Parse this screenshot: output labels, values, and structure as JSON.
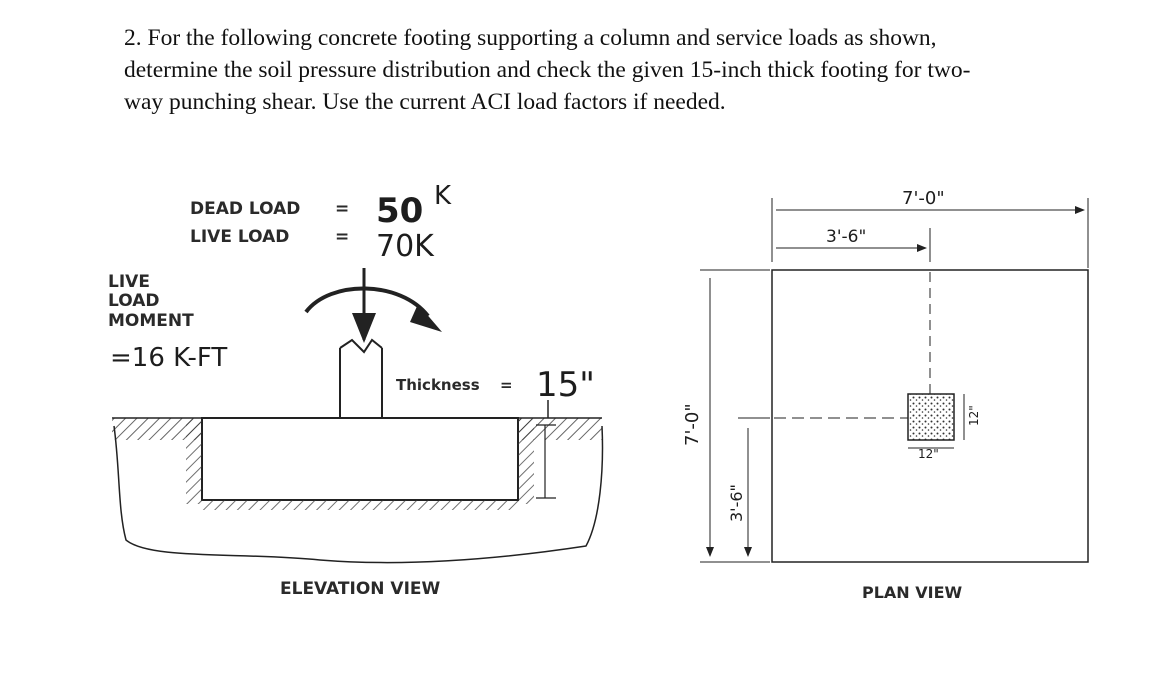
{
  "problem": {
    "line1": "2. For the following concrete footing supporting a column and service loads as shown,",
    "line2": "determine the soil pressure distribution and check the given 15-inch thick footing for two-",
    "line3": "way punching shear.  Use the current ACI load factors if needed."
  },
  "elevation": {
    "dead_load_label": "DEAD  LOAD",
    "live_load_label": "LIVE  LOAD",
    "eq_sign": "=",
    "dead_load_value": "50",
    "dead_load_unit": "K",
    "live_load_value": "70K",
    "moment_label_1": "LIVE",
    "moment_label_2": "LOAD",
    "moment_label_3": "MOMENT",
    "moment_value": "=16 K-FT",
    "thickness_label": "Thickness",
    "thickness_eq": "=",
    "thickness_value": "15\"",
    "caption": "ELEVATION  VIEW"
  },
  "plan": {
    "dim_width": "7'-0\"",
    "dim_half": "3'-6\"",
    "dim_height": "7'-0\"",
    "dim_half_vertical": "3'-6\"",
    "column_dim_x": "12\"",
    "column_dim_y": "12\"",
    "caption": "PLAN  VIEW"
  }
}
